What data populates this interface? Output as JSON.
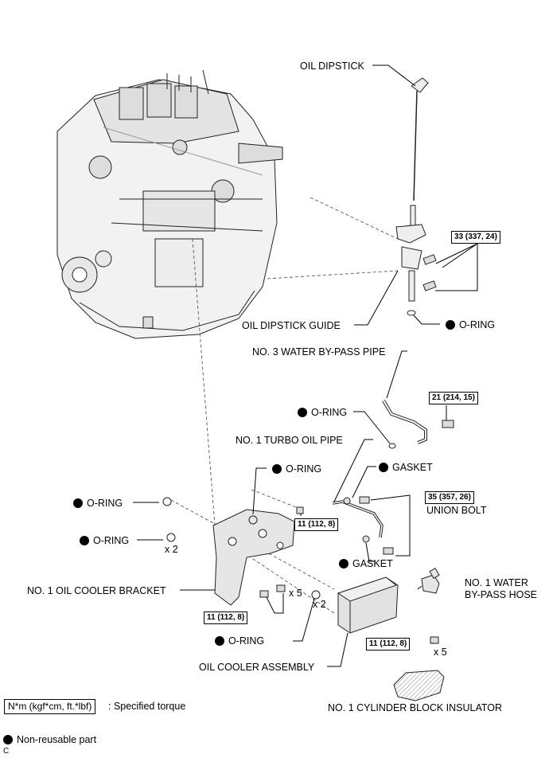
{
  "labels": {
    "oil_dipstick": "OIL DIPSTICK",
    "oil_dipstick_guide": "OIL DIPSTICK GUIDE",
    "o_ring": "O-RING",
    "no3_water_bypass_pipe": "NO. 3 WATER BY-PASS PIPE",
    "no1_turbo_oil_pipe": "NO. 1 TURBO OIL PIPE",
    "gasket": "GASKET",
    "union_bolt": "UNION BOLT",
    "no1_oil_cooler_bracket": "NO. 1 OIL COOLER BRACKET",
    "no1_water_bypass_hose_line1": "NO. 1 WATER",
    "no1_water_bypass_hose_line2": "BY-PASS HOSE",
    "oil_cooler_assembly": "OIL COOLER ASSEMBLY",
    "no1_cylinder_block_insulator": "NO. 1 CYLINDER BLOCK INSULATOR"
  },
  "quantities": {
    "x2": "x 2",
    "x5": "x 5"
  },
  "torques": {
    "dipstick_guide": "33 (337, 24)",
    "water_bypass_pipe": "21 (214, 15)",
    "union_bolt": "35 (357, 26)",
    "bracket_top": "11 (112, 8)",
    "bracket_bottom": "11 (112, 8)",
    "oil_cooler": "11 (112, 8)"
  },
  "legend": {
    "torque_box": "N*m (kgf*cm, ft.*lbf)",
    "torque_desc": ": Specified torque",
    "non_reusable": "Non-reusable part"
  },
  "figure_code": "C"
}
